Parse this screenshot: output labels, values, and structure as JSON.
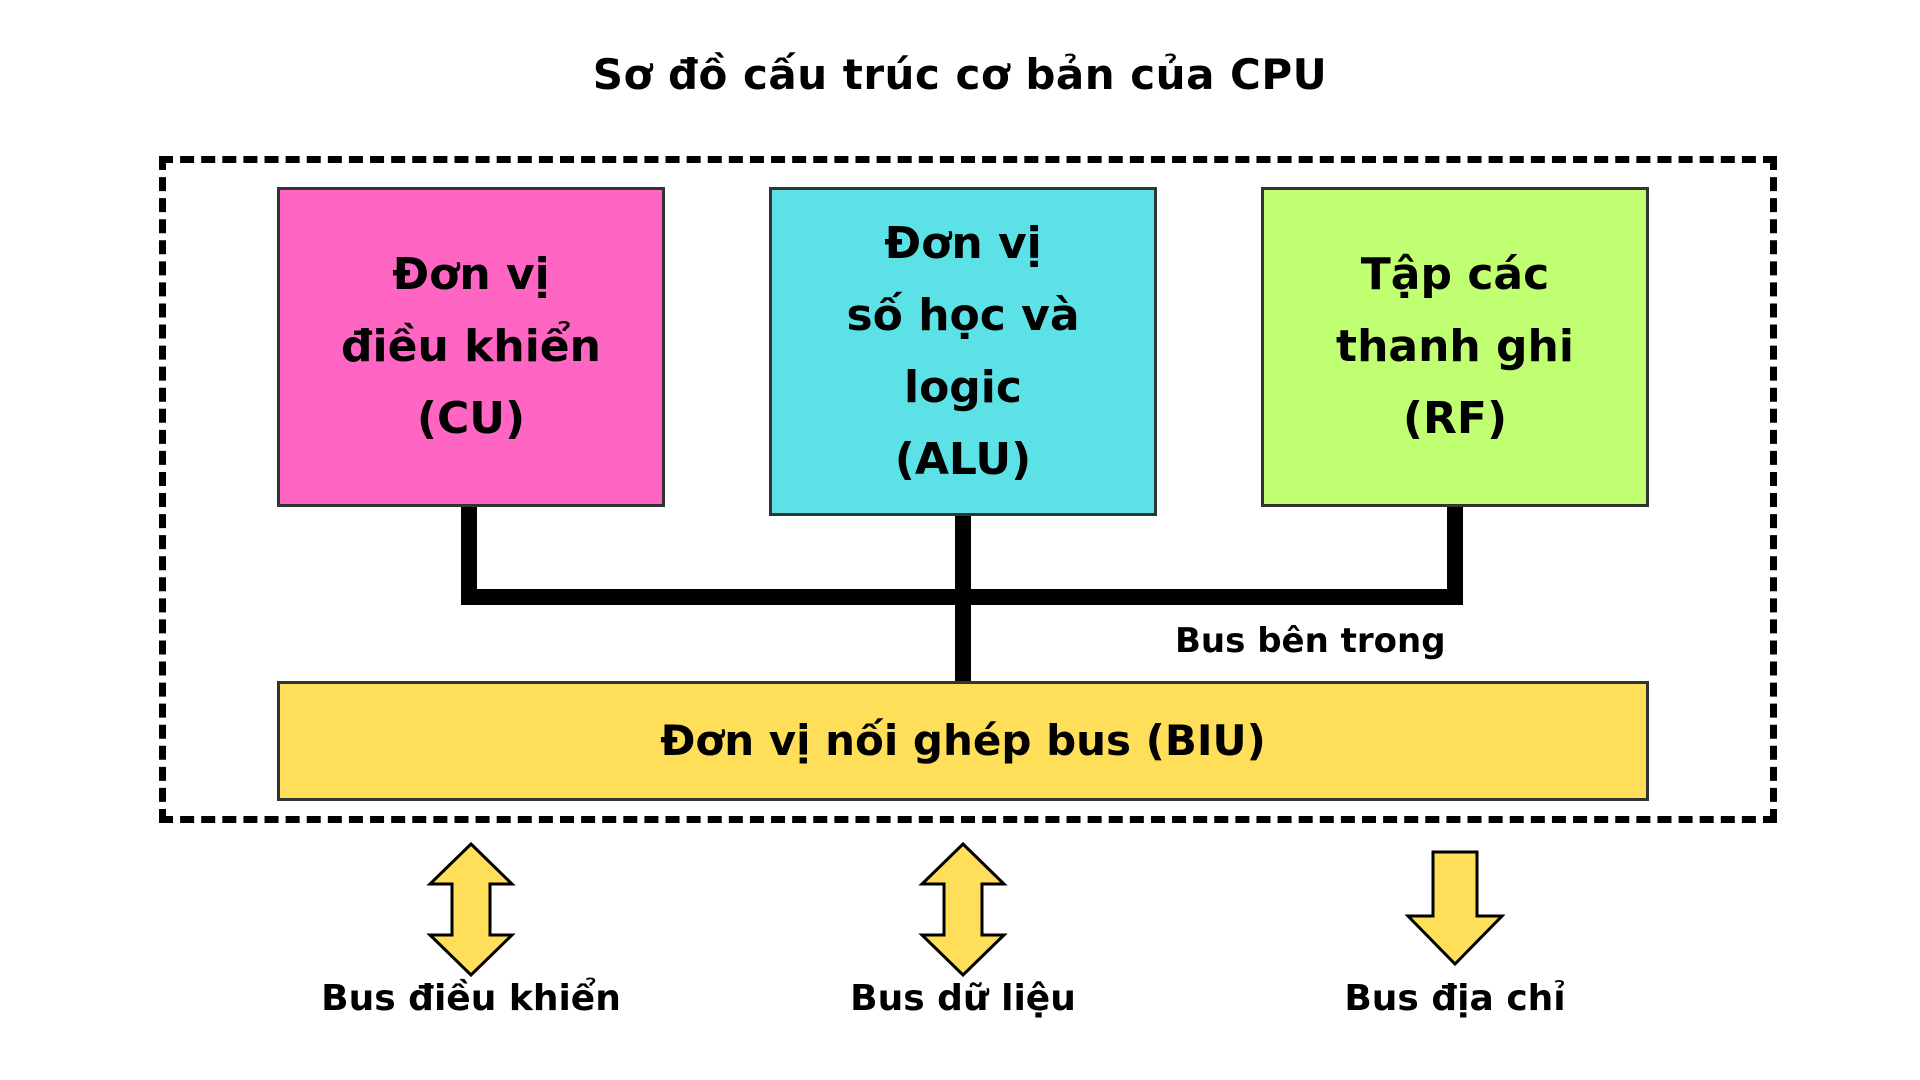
{
  "title": "Sơ đồ cấu trúc cơ bản của CPU",
  "colors": {
    "cu": "#ff66c4",
    "alu": "#5ce1e6",
    "rf": "#c1ff72",
    "biu": "#ffde59",
    "arrow_fill": "#ffde59",
    "line": "#000000"
  },
  "units": {
    "cu": "Đơn vị\nđiều khiển\n(CU)",
    "alu": "Đơn vị\nsố học và\nlogic\n(ALU)",
    "rf": "Tập các\nthanh ghi\n(RF)",
    "biu": "Đơn vị nối ghép bus (BIU)"
  },
  "internal_bus_label": "Bus bên trong",
  "external_buses": [
    {
      "label": "Bus điều khiển",
      "direction": "bidirectional",
      "icon": "double-arrow-icon"
    },
    {
      "label": "Bus dữ liệu",
      "direction": "bidirectional",
      "icon": "double-arrow-icon"
    },
    {
      "label": "Bus địa chỉ",
      "direction": "outgoing",
      "icon": "down-arrow-icon"
    }
  ]
}
